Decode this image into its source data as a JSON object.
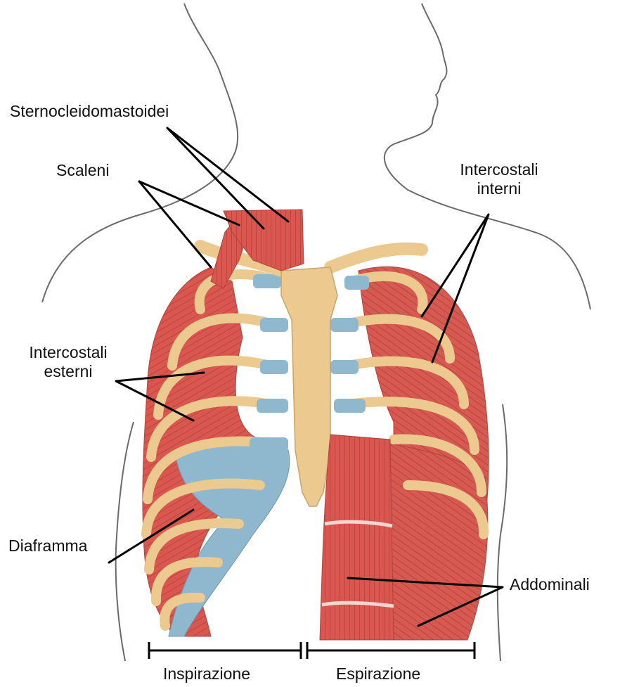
{
  "labels": {
    "sternocleidomastoid": "Sternocleidomastoidei",
    "scalenes": "Scaleni",
    "internal_intercostals_line1": "Intercostali",
    "internal_intercostals_line2": "interni",
    "external_intercostals_line1": "Intercostali",
    "external_intercostals_line2": "esterni",
    "diaphragm": "Diaframma",
    "abdominals": "Addominali",
    "inspiration": "Inspirazione",
    "expiration": "Espirazione"
  },
  "colors": {
    "muscle": "#d9574f",
    "muscle_dark": "#b8403a",
    "bone": "#ecc98e",
    "bone_edge": "#caa46a",
    "cartilage": "#8fb8cf",
    "outline": "#555555",
    "leader": "#000000"
  }
}
